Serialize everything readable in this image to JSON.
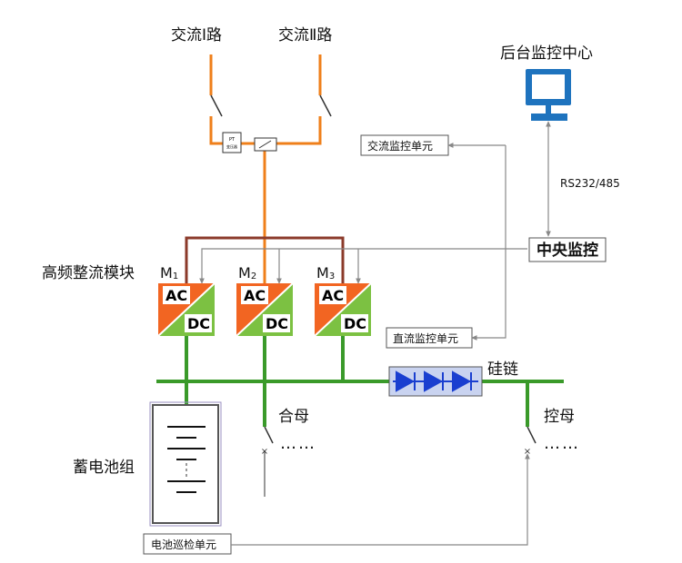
{
  "labels": {
    "ac_line_1": "交流Ⅰ路",
    "ac_line_2": "交流Ⅱ路",
    "backend_center": "后台监控中心",
    "ac_monitor": "交流监控单元",
    "rs_link": "RS232/485",
    "central_monitor": "中央监控",
    "rectifier_group": "高频整流模块",
    "dc_monitor": "直流监控单元",
    "silicon_chain": "硅链",
    "closing_bus": "合母",
    "control_bus": "控母",
    "battery_group": "蓄电池组",
    "battery_inspector": "电池巡检单元",
    "pt_label": "PT",
    "pt_sub": "变压器",
    "dots": "……"
  },
  "modules": [
    {
      "id": "M1",
      "name": "M",
      "sub": "1",
      "ac": "AC",
      "dc": "DC"
    },
    {
      "id": "M2",
      "name": "M",
      "sub": "2",
      "ac": "AC",
      "dc": "DC"
    },
    {
      "id": "M3",
      "name": "M",
      "sub": "3",
      "ac": "AC",
      "dc": "DC"
    }
  ],
  "colors": {
    "orange_line": "#ef7f1a",
    "brown_line": "#8b3a2a",
    "green_bus": "#3a9a2a",
    "gray_line": "#888888",
    "module_orange": "#f26522",
    "module_green": "#7cc142",
    "monitor_blue": "#1e73be",
    "diode_fill": "#c9d3f0",
    "diode_blue": "#1a3fd0"
  }
}
